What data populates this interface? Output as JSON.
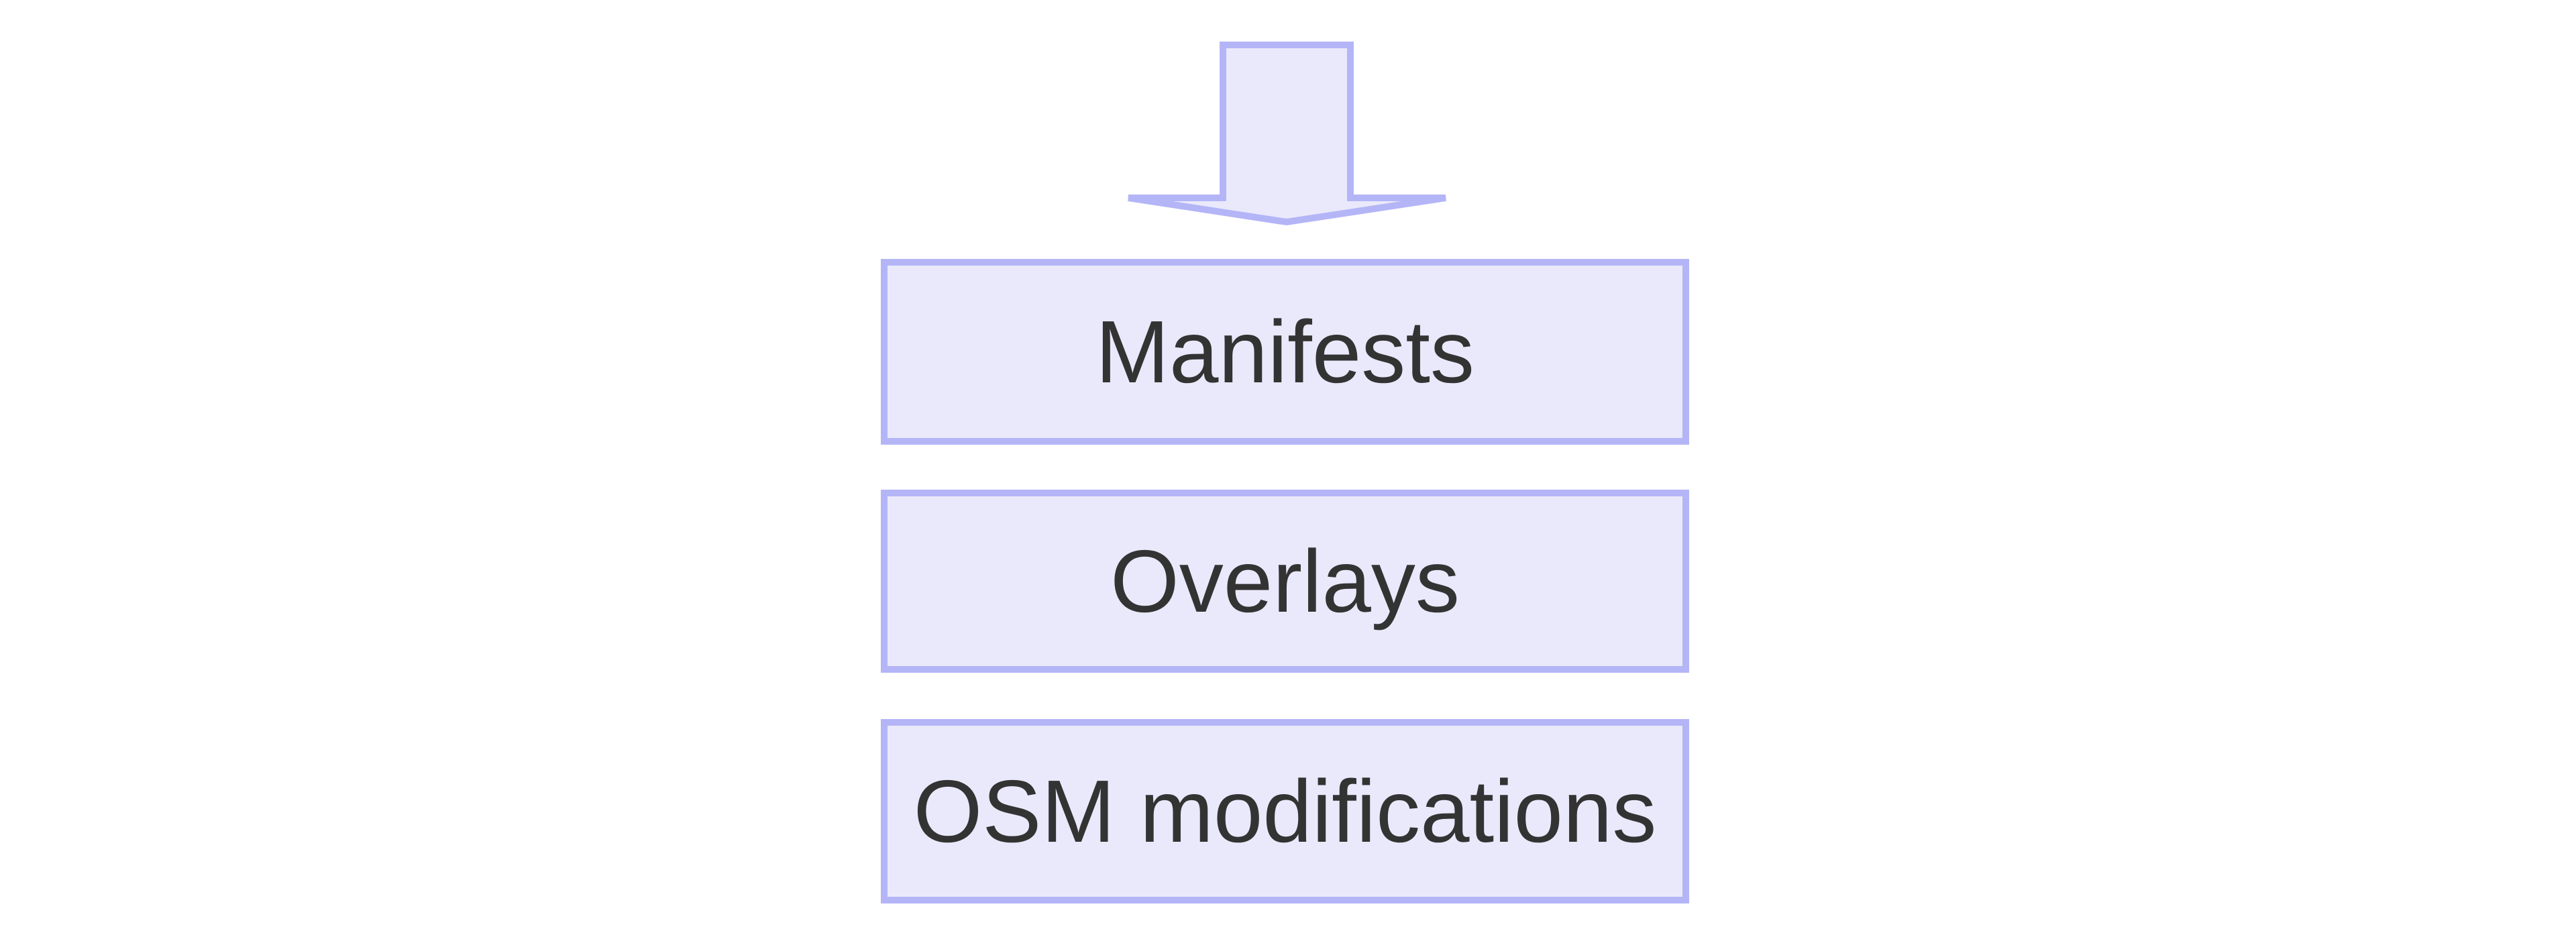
{
  "diagram": {
    "arrow": {
      "name": "down-arrow",
      "direction": "down"
    },
    "boxes": [
      {
        "label": "Manifests"
      },
      {
        "label": "Overlays"
      },
      {
        "label": "OSM modifications"
      }
    ],
    "colors": {
      "background": "#ffffff",
      "fill": "#e9e9fb",
      "border": "#b4b5f7",
      "text": "#333333"
    }
  }
}
